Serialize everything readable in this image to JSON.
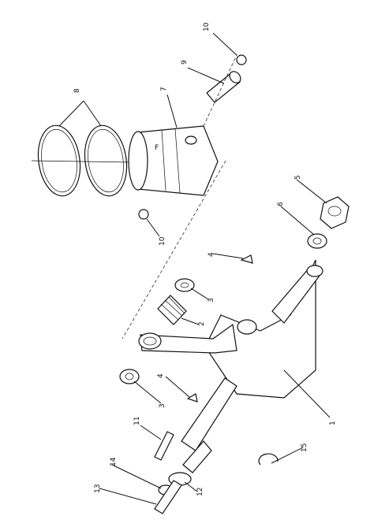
{
  "labels": {
    "l1": "1",
    "l2": "2",
    "l3a": "3",
    "l3b": "3",
    "l4a": "4",
    "l4b": "4",
    "l5": "5",
    "l6": "6",
    "l7": "7",
    "l8": "8",
    "l9": "9",
    "l10a": "10",
    "l10b": "10",
    "l11": "11",
    "l12": "12",
    "l13": "13",
    "l14": "14",
    "l15": "15"
  }
}
